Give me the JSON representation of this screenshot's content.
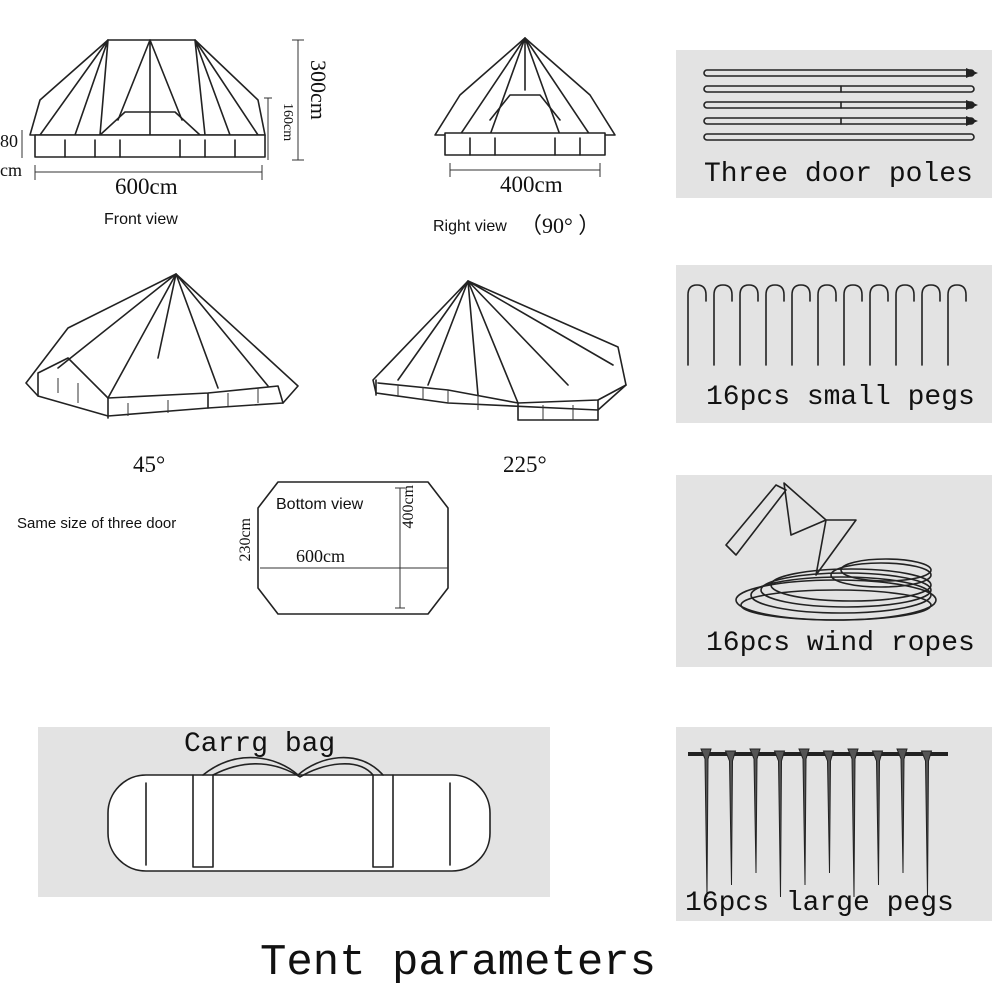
{
  "views": {
    "front": {
      "label": "Front view",
      "width": "600cm",
      "height": "300cm",
      "wall_height": "160cm",
      "left_height": "80",
      "left_unit": "cm"
    },
    "right": {
      "label": "Right view",
      "angle": "（90°  ）",
      "width": "400cm"
    },
    "angle45": {
      "label": "45°"
    },
    "angle225": {
      "label": "225°"
    },
    "bottom": {
      "label": "Bottom view",
      "note": "Same size of three door",
      "width": "600cm",
      "depth": "400cm",
      "door_size": "230cm"
    }
  },
  "accessories": {
    "poles": {
      "label": "Three door poles"
    },
    "small_pegs": {
      "label": "16pcs small pegs"
    },
    "wind_ropes": {
      "label": "16pcs wind ropes"
    },
    "large_pegs": {
      "label": "16pcs large pegs"
    },
    "bag": {
      "label": "Carrg bag"
    }
  },
  "footer": {
    "title": "Tent parameters"
  },
  "colors": {
    "panel": "#e3e3e3",
    "line": "#222222"
  }
}
